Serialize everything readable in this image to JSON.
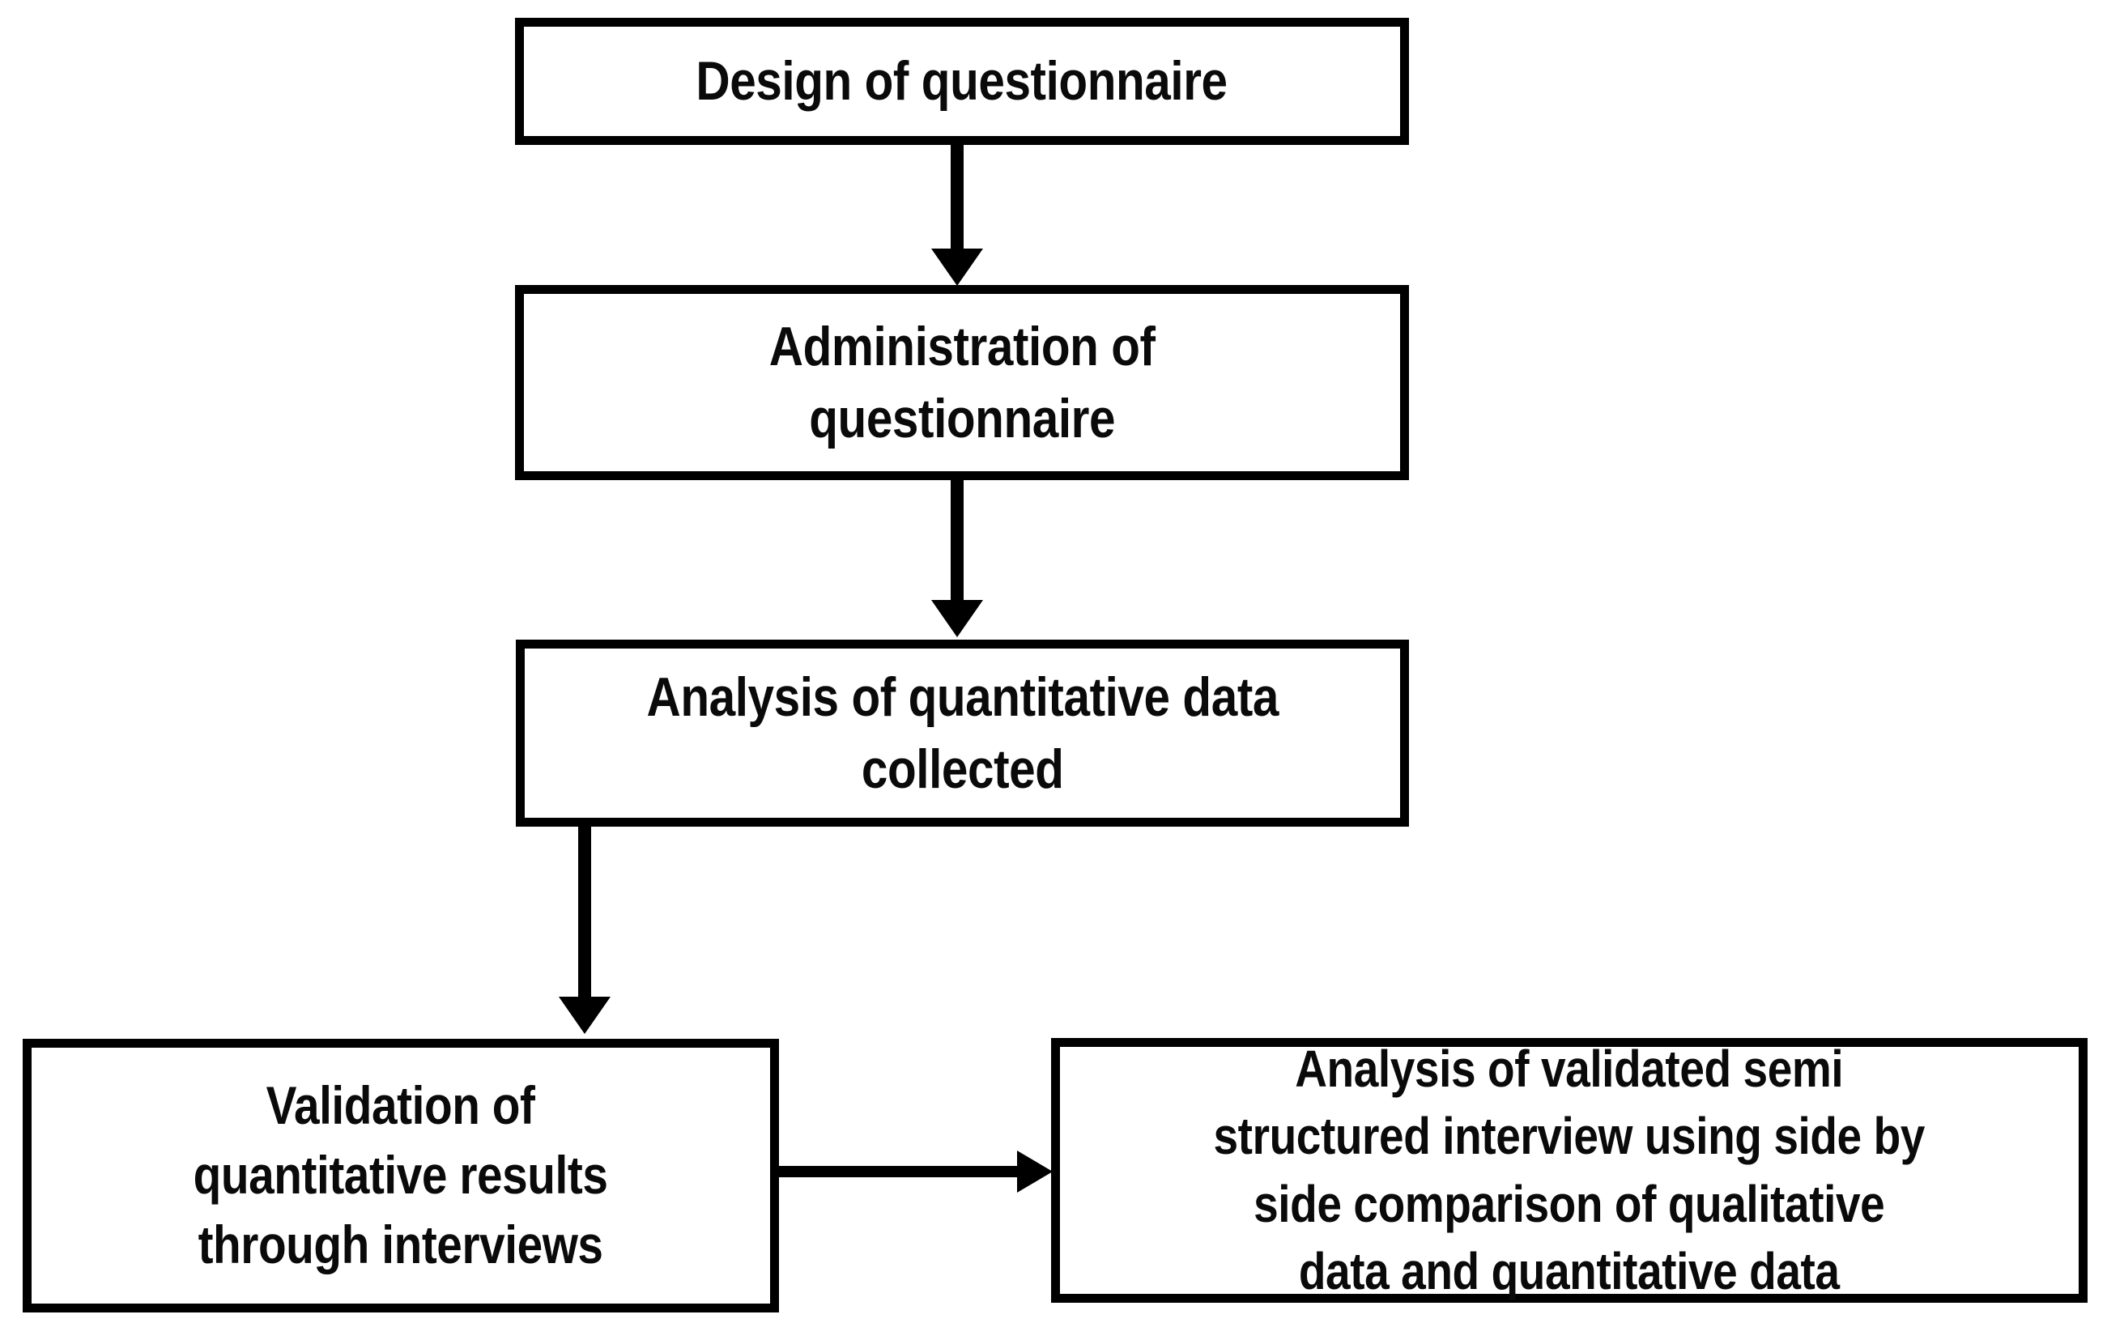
{
  "diagram": {
    "title": "Research methodology flowchart",
    "style": {
      "background_color": "#ffffff",
      "box_border_color": "#000000",
      "box_fill_color": "#ffffff",
      "text_color": "#0a0a0a",
      "arrow_color": "#000000"
    },
    "nodes": [
      {
        "id": "design",
        "label": "Design of questionnaire",
        "lines": [
          "Design of questionnaire"
        ],
        "order": 1
      },
      {
        "id": "administration",
        "label": "Administration of questionnaire",
        "lines": [
          "Administration  of",
          "questionnaire"
        ],
        "order": 2
      },
      {
        "id": "analysis-quant",
        "label": "Analysis of quantitative data collected",
        "lines": [
          "Analysis of quantitative data",
          "collected"
        ],
        "order": 3
      },
      {
        "id": "validation",
        "label": "Validation of quantitative results through interviews",
        "lines": [
          "Validation of",
          "quantitative results",
          "through interviews"
        ],
        "order": 4
      },
      {
        "id": "analysis-semi",
        "label": "Analysis of validated semi structured interview using side by side comparison of qualitative data and quantitative data",
        "lines": [
          "Analysis of validated semi",
          "structured interview using side by",
          "side comparison  of qualitative",
          "data and quantitative data"
        ],
        "order": 5
      }
    ],
    "edges": [
      {
        "id": "design-admin",
        "from": "design",
        "to": "administration",
        "direction": "down",
        "arrowhead": "filled-triangle"
      },
      {
        "id": "admin-analysis",
        "from": "administration",
        "to": "analysis-quant",
        "direction": "down",
        "arrowhead": "filled-triangle"
      },
      {
        "id": "analysis-validation",
        "from": "analysis-quant",
        "to": "validation",
        "direction": "down",
        "arrowhead": "filled-triangle"
      },
      {
        "id": "validation-semi",
        "from": "validation",
        "to": "analysis-semi",
        "direction": "right",
        "arrowhead": "filled-triangle"
      }
    ]
  }
}
